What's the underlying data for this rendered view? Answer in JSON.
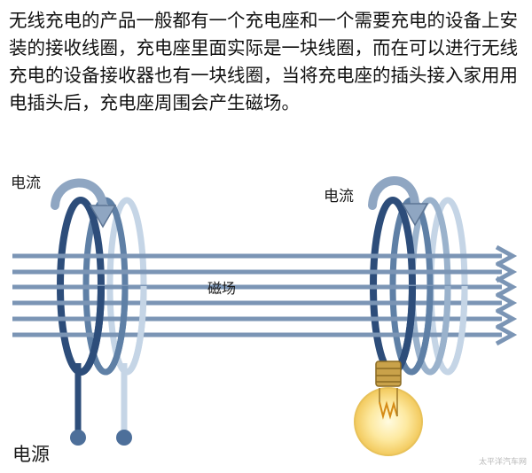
{
  "intro_text": "无线充电的产品一般都有一个充电座和一个需要充电的设备上安装的接收线圈，充电座里面实际是一块线圈，而在可以进行无线充电的设备接收器也有一块线圈，当将充电座的插头接入家用用电插头后，充电座周围会产生磁场。",
  "diagram": {
    "current_label_left": "电流",
    "current_label_right": "电流",
    "field_label": "磁场",
    "power_label": "电源",
    "watermark": "太平洋汽车网"
  },
  "colors": {
    "coil_dark": "#2d4d7a",
    "coil_mid": "#5f80a6",
    "coil_light": "#c5d5e6",
    "field_lines": "#7b95b5",
    "current_arrow": "#8fa6c2",
    "bulb_glow": "#fde9a0"
  }
}
